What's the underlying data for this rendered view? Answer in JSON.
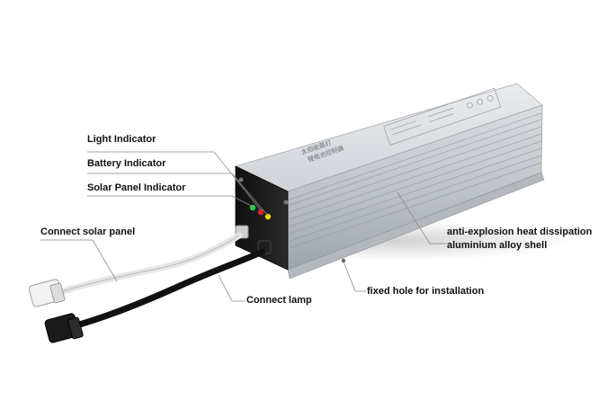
{
  "labels": {
    "light_indicator": "Light Indicator",
    "battery_indicator": "Battery Indicator",
    "solar_panel_indicator": "Solar Panel Indicator",
    "connect_solar_panel": "Connect solar panel",
    "connect_lamp": "Connect lamp",
    "fixed_hole": "fixed hole for installation",
    "shell_line1": "anti-explosion heat dissipation",
    "shell_line2": "aluminium alloy shell"
  },
  "device_stamp": {
    "line1": "太阳能路灯",
    "line2": "锂电池控制器"
  },
  "colors": {
    "indicator_green": "#2bd14a",
    "indicator_red": "#e02020",
    "indicator_yellow": "#f2d400",
    "shell": "#c9ccd0",
    "end_cap": "#1a1a1a",
    "white_cable": "#e6e6e6",
    "black_cable": "#111111",
    "leader_line": "#8a8a8a"
  }
}
